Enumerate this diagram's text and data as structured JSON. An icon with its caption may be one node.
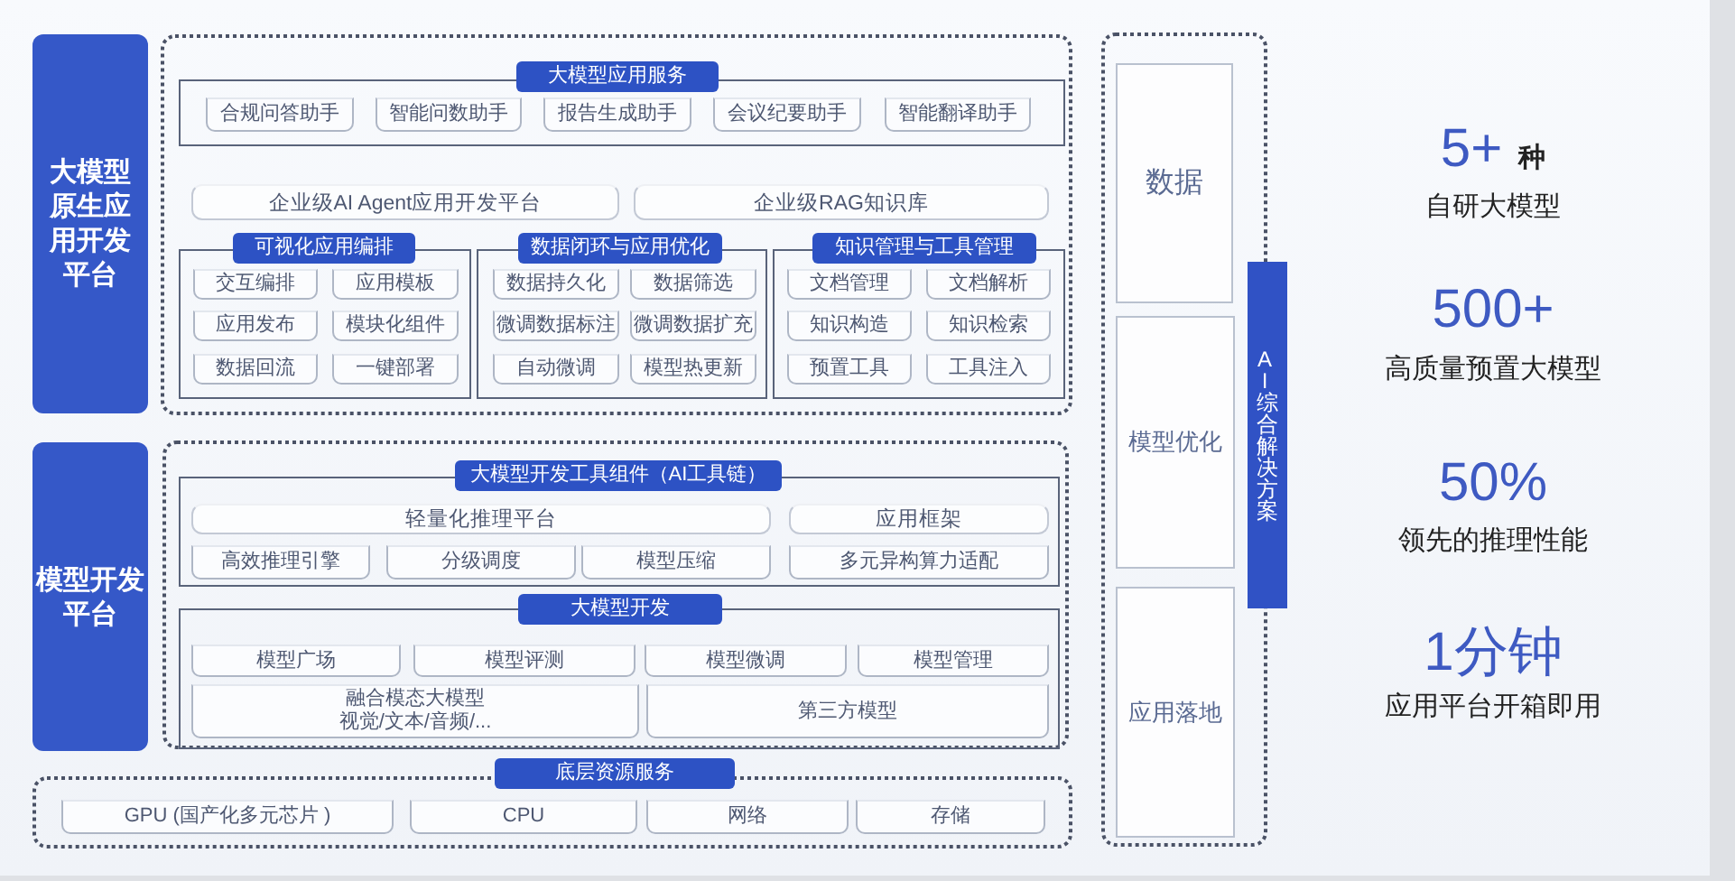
{
  "diagram": {
    "nodes": [
      {
        "text": [
          "大模型原生应用开发平台"
        ]
      },
      {
        "text": [],
        "shape": "box"
      },
      {
        "text": [
          "大模型应用服务"
        ],
        "in": 1
      },
      {
        "text": [
          "合规问答助手"
        ],
        "in": 2
      },
      {
        "text": [
          "智能问数助手"
        ],
        "in": 2
      },
      {
        "text": [
          "报告生成助手"
        ],
        "in": 2
      },
      {
        "text": [
          "会议纪要助手"
        ],
        "in": 2
      },
      {
        "text": [
          "智能翻译助手"
        ],
        "in": 2
      },
      {
        "text": [
          "企业级AI Agent应用开发平台"
        ],
        "in": 1
      },
      {
        "text": [
          "企业级RAG知识库"
        ],
        "in": 1
      },
      {
        "text": [
          "可视化应用编排"
        ],
        "in": 1
      },
      {
        "text": [
          "交互编排"
        ],
        "in": 10
      },
      {
        "text": [
          "应用模板"
        ],
        "in": 10
      },
      {
        "text": [
          "应用发布"
        ],
        "in": 10
      },
      {
        "text": [
          "模块化组件"
        ],
        "in": 10
      },
      {
        "text": [
          "数据回流"
        ],
        "in": 10
      },
      {
        "text": [
          "一键部署"
        ],
        "in": 10
      },
      {
        "text": [
          "数据闭环与应用优化"
        ],
        "in": 1
      },
      {
        "text": [
          "数据持久化"
        ],
        "in": 17
      },
      {
        "text": [
          "数据筛选"
        ],
        "in": 17
      },
      {
        "text": [
          "微调数据标注"
        ],
        "in": 17
      },
      {
        "text": [
          "微调数据扩充"
        ],
        "in": 17
      },
      {
        "text": [
          "自动微调"
        ],
        "in": 17
      },
      {
        "text": [
          "模型热更新"
        ],
        "in": 17
      },
      {
        "text": [
          "知识管理与工具管理"
        ],
        "in": 1
      },
      {
        "text": [
          "文档管理"
        ],
        "in": 24
      },
      {
        "text": [
          "文档解析"
        ],
        "in": 24
      },
      {
        "text": [
          "知识构造"
        ],
        "in": 24
      },
      {
        "text": [
          "知识检索"
        ],
        "in": 24
      },
      {
        "text": [
          "预置工具"
        ],
        "in": 24
      },
      {
        "text": [
          "工具注入"
        ],
        "in": 24
      },
      {
        "text": [
          "模型开发平台"
        ]
      },
      {
        "text": [],
        "shape": "box"
      },
      {
        "text": [
          "大模型开发工具组件（AI工具链）"
        ],
        "in": 32
      },
      {
        "text": [
          "轻量化推理平台"
        ],
        "in": 33
      },
      {
        "text": [
          "应用框架"
        ],
        "in": 33
      },
      {
        "text": [
          "高效推理引擎"
        ],
        "in": 33
      },
      {
        "text": [
          "分级调度"
        ],
        "in": 33
      },
      {
        "text": [
          "模型压缩"
        ],
        "in": 33
      },
      {
        "text": [
          "多元异构算力适配"
        ],
        "in": 33
      },
      {
        "text": [
          "大模型开发"
        ],
        "in": 32
      },
      {
        "text": [
          "模型广场"
        ],
        "in": 40
      },
      {
        "text": [
          "模型评测"
        ],
        "in": 40
      },
      {
        "text": [
          "模型微调"
        ],
        "in": 40
      },
      {
        "text": [
          "模型管理"
        ],
        "in": 40
      },
      {
        "text": [
          "融合模态大模型",
          "视觉/文本/音频/..."
        ],
        "in": 40
      },
      {
        "text": [
          "第三方模型"
        ],
        "in": 40
      },
      {
        "text": [
          "底层资源服务"
        ]
      },
      {
        "text": [
          "GPU (国产化多元芯片 )"
        ],
        "in": 47
      },
      {
        "text": [
          "CPU"
        ],
        "in": 47
      },
      {
        "text": [
          "网络"
        ],
        "in": 47
      },
      {
        "text": [
          "存储"
        ],
        "in": 47
      },
      {
        "text": [],
        "shape": "box"
      },
      {
        "text": [
          "数据"
        ],
        "in": 52
      },
      {
        "text": [
          "模型优化"
        ],
        "in": 52
      },
      {
        "text": [
          "应用落地"
        ],
        "in": 52
      },
      {
        "text": [
          "AI综合解决方案"
        ]
      }
    ],
    "labels": [
      "5+",
      "种",
      "自研大模型",
      "500+",
      "高质量预置大模型",
      "50%",
      "领先的推理性能",
      "1分钟",
      "应用平台开箱即用"
    ]
  }
}
